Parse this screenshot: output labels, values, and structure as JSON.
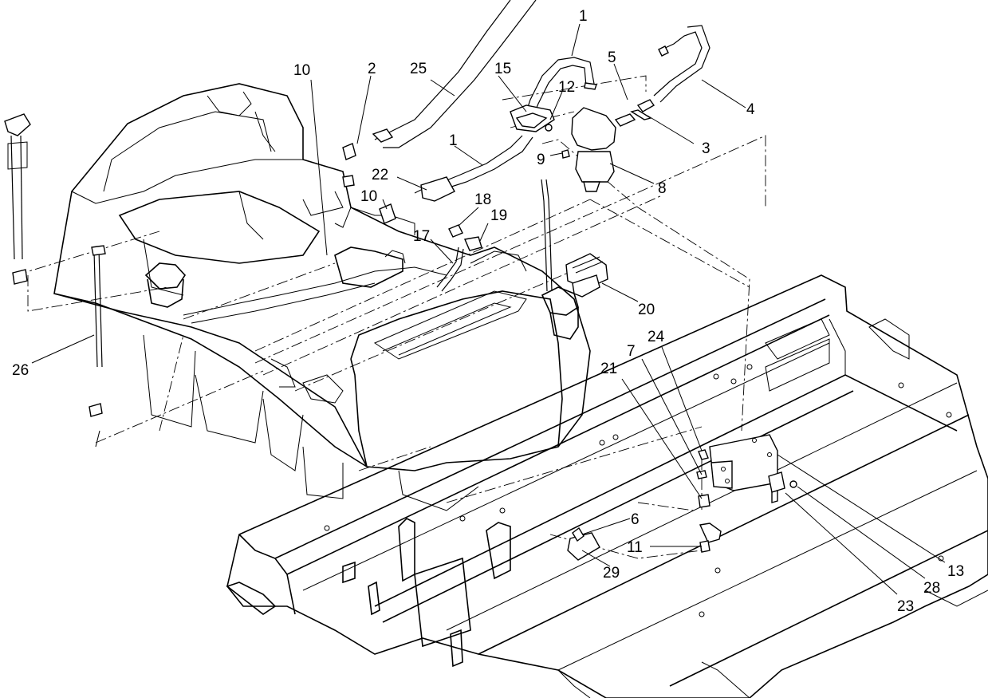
{
  "diagram": {
    "callouts": [
      "1",
      "1",
      "2",
      "3",
      "4",
      "5",
      "6",
      "7",
      "8",
      "9",
      "10",
      "10",
      "11",
      "12",
      "13",
      "15",
      "17",
      "18",
      "19",
      "20",
      "21",
      "22",
      "23",
      "24",
      "25",
      "26",
      "28",
      "29"
    ]
  }
}
